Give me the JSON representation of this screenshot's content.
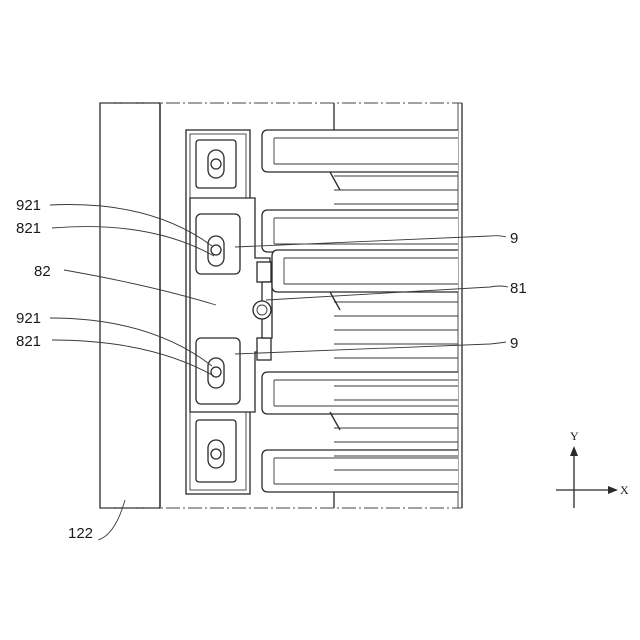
{
  "labels": {
    "l921a": "921",
    "l821a": "821",
    "l82": "82",
    "l921b": "921",
    "l821b": "821",
    "l122": "122",
    "r9a": "9",
    "r81": "81",
    "r9b": "9"
  },
  "axes": {
    "x": "X",
    "y": "Y"
  }
}
